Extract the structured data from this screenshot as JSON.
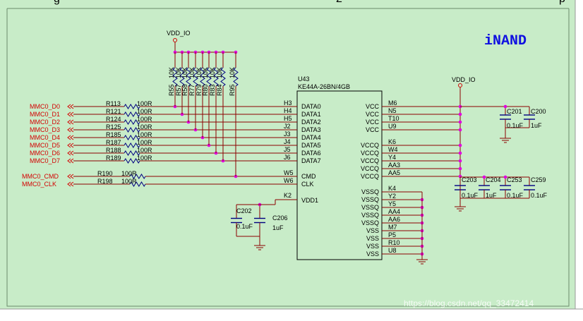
{
  "title": "iNAND",
  "chip": {
    "ref": "U43",
    "part": "KE44A-26BN/4GB"
  },
  "power": {
    "left": "VDD_IO",
    "right": "VDD_IO"
  },
  "top_cut_chars": [
    "g",
    "2",
    "p"
  ],
  "watermark": "https://blog.csdn.net/qq_33472414",
  "data_nets": [
    {
      "net": "MMC0_D0",
      "res": "R113",
      "val": "100R",
      "pin": "H3",
      "name": "DATA0"
    },
    {
      "net": "MMC0_D1",
      "res": "R121",
      "val": "100R",
      "pin": "H4",
      "name": "DATA1"
    },
    {
      "net": "MMC0_D2",
      "res": "R124",
      "val": "100R",
      "pin": "H5",
      "name": "DATA2"
    },
    {
      "net": "MMC0_D3",
      "res": "R125",
      "val": "100R",
      "pin": "J2",
      "name": "DATA3"
    },
    {
      "net": "MMC0_D4",
      "res": "R185",
      "val": "100R",
      "pin": "J3",
      "name": "DATA4"
    },
    {
      "net": "MMC0_D5",
      "res": "R187",
      "val": "100R",
      "pin": "J4",
      "name": "DATA5"
    },
    {
      "net": "MMC0_D6",
      "res": "R188",
      "val": "100R",
      "pin": "J5",
      "name": "DATA6"
    },
    {
      "net": "MMC0_D7",
      "res": "R189",
      "val": "100R",
      "pin": "J6",
      "name": "DATA7"
    }
  ],
  "ctrl_nets": [
    {
      "net": "MMC0_CMD",
      "res": "R190",
      "val": "100R",
      "pin": "W5",
      "name": "CMD"
    },
    {
      "net": "MMC0_CLK",
      "res": "R198",
      "val": "100R",
      "pin": "W6",
      "name": "CLK"
    }
  ],
  "vdd1": {
    "pin": "K2",
    "name": "VDD1"
  },
  "pullups": [
    {
      "ref": "R55",
      "val": "10K"
    },
    {
      "ref": "R57",
      "val": "10K"
    },
    {
      "ref": "R58",
      "val": "10K"
    },
    {
      "ref": "R77",
      "val": "10K"
    },
    {
      "ref": "R79",
      "val": "10K"
    },
    {
      "ref": "R80",
      "val": "10K"
    },
    {
      "ref": "R83",
      "val": "10K"
    },
    {
      "ref": "R84",
      "val": "10K"
    },
    {
      "ref": "R95",
      "val": "10K"
    }
  ],
  "right_pins": [
    {
      "pin": "M6",
      "name": "VCC"
    },
    {
      "pin": "N5",
      "name": "VCC"
    },
    {
      "pin": "T10",
      "name": "VCC"
    },
    {
      "pin": "U9",
      "name": "VCC"
    },
    {
      "pin": "K6",
      "name": "VCCQ"
    },
    {
      "pin": "W4",
      "name": "VCCQ"
    },
    {
      "pin": "Y4",
      "name": "VCCQ"
    },
    {
      "pin": "AA3",
      "name": "VCCQ"
    },
    {
      "pin": "AA5",
      "name": "VCCQ"
    },
    {
      "pin": "K4",
      "name": "VSSQ"
    },
    {
      "pin": "Y2",
      "name": "VSSQ"
    },
    {
      "pin": "Y5",
      "name": "VSSQ"
    },
    {
      "pin": "AA4",
      "name": "VSSQ"
    },
    {
      "pin": "AA6",
      "name": "VSSQ"
    },
    {
      "pin": "M7",
      "name": "VSS"
    },
    {
      "pin": "P5",
      "name": "VSS"
    },
    {
      "pin": "R10",
      "name": "VSS"
    },
    {
      "pin": "U8",
      "name": "VSS"
    }
  ],
  "caps_top": [
    {
      "ref": "C201",
      "val": "0.1uF"
    },
    {
      "ref": "C200",
      "val": "1uF"
    }
  ],
  "caps_mid": [
    {
      "ref": "C203",
      "val": "0.1uF"
    },
    {
      "ref": "C204",
      "val": "1uF"
    },
    {
      "ref": "C253",
      "val": "0.1uF"
    },
    {
      "ref": "C259",
      "val": "0.1uF"
    }
  ],
  "caps_left": [
    {
      "ref": "C202",
      "val": "0.1uF"
    },
    {
      "ref": "C206",
      "val": "1uF"
    }
  ]
}
